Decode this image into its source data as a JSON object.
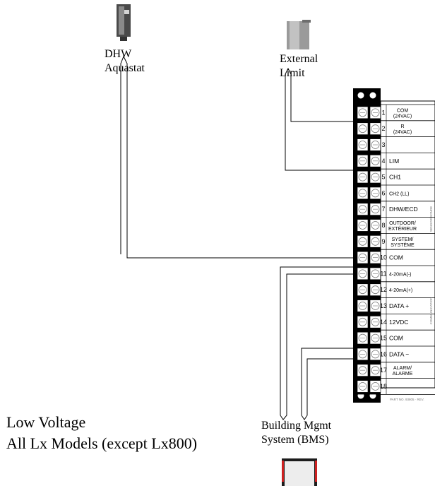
{
  "devices": {
    "dhw_aquastat": "DHW\nAquastat",
    "external_limit": "External\nLimit",
    "bms": "Building Mgmt\nSystem (BMS)"
  },
  "caption": "Low Voltage\nAll Lx Models (except Lx800)",
  "terminals": [
    {
      "num": "1",
      "label": "COM\n(24VAC)"
    },
    {
      "num": "2",
      "label": "R\n(24VAC)"
    },
    {
      "num": "3",
      "label": ""
    },
    {
      "num": "4",
      "label": "LIM"
    },
    {
      "num": "5",
      "label": "CH1"
    },
    {
      "num": "6",
      "label": "CH2  (LL)"
    },
    {
      "num": "7",
      "label": "DHW/ECD"
    },
    {
      "num": "8",
      "label": "OUTDOOR/\nEXTÉRIEUR"
    },
    {
      "num": "9",
      "label": "SYSTEM/\nSYSTÈME"
    },
    {
      "num": "10",
      "label": "COM"
    },
    {
      "num": "11",
      "label": "4-20mA(-)"
    },
    {
      "num": "12",
      "label": "4-20mA(+)"
    },
    {
      "num": "13",
      "label": "DATA  +"
    },
    {
      "num": "14",
      "label": "12VDC"
    },
    {
      "num": "15",
      "label": "COM"
    },
    {
      "num": "16",
      "label": "DATA  −"
    },
    {
      "num": "17",
      "label": "ALARM/\nALARME"
    },
    {
      "num": "18",
      "label": ""
    }
  ],
  "side_labels": {
    "sensor": "SENSOR/SONDE",
    "comm": "COMMUNICATION"
  },
  "part_no": "PART NO. 93805 · REV."
}
